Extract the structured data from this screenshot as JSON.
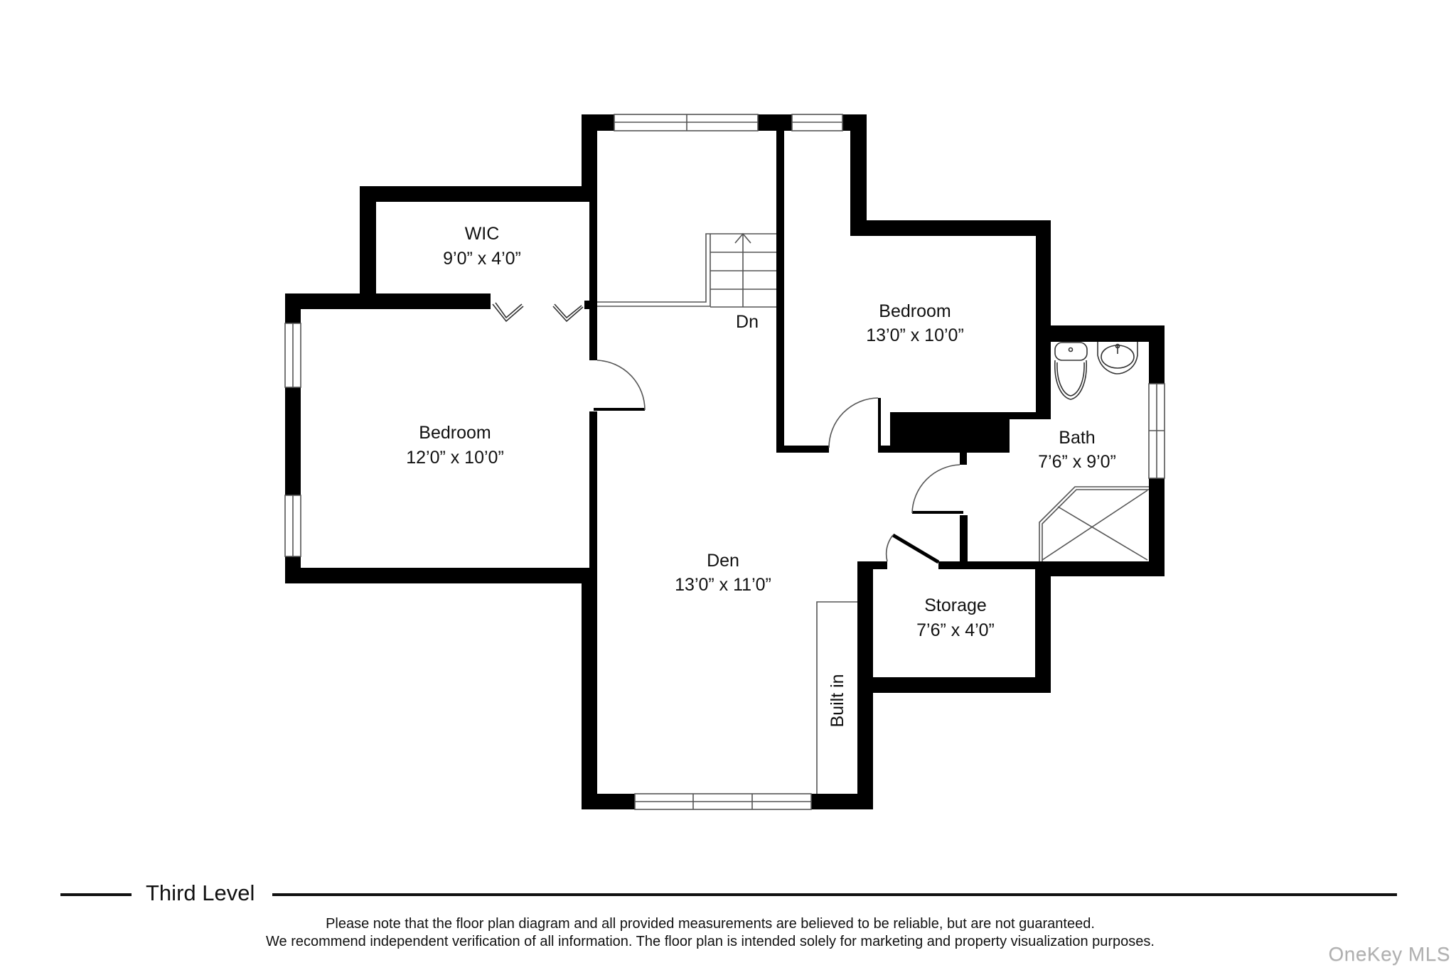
{
  "floor_plan": {
    "level_title": "Third Level",
    "rooms": [
      {
        "id": "wic",
        "name": "WIC",
        "dimensions": "9’0” x 4’0”"
      },
      {
        "id": "bedroom-left",
        "name": "Bedroom",
        "dimensions": "12’0” x 10’0”"
      },
      {
        "id": "bedroom-right",
        "name": "Bedroom",
        "dimensions": "13’0” x 10’0”"
      },
      {
        "id": "bath",
        "name": "Bath",
        "dimensions": "7’6” x 9’0”"
      },
      {
        "id": "den",
        "name": "Den",
        "dimensions": "13’0” x 11’0”"
      },
      {
        "id": "storage",
        "name": "Storage",
        "dimensions": "7’6” x 4’0”"
      }
    ],
    "annotations": {
      "stairs_label": "Dn",
      "built_in_label": "Built in"
    },
    "fixtures": [
      "toilet-icon",
      "sink-icon",
      "shower-icon",
      "stairs-icon"
    ]
  },
  "footer": {
    "disclaimer_line1": "Please note that the floor plan diagram and all provided measurements are believed to be reliable, but are not guaranteed.",
    "disclaimer_line2": "We recommend independent verification of all information. The floor plan is intended solely for marketing and property visualization purposes.",
    "watermark": "OneKey MLS"
  },
  "colors": {
    "wall": "#000000",
    "background": "#ffffff",
    "watermark": "#b0b0b0"
  }
}
